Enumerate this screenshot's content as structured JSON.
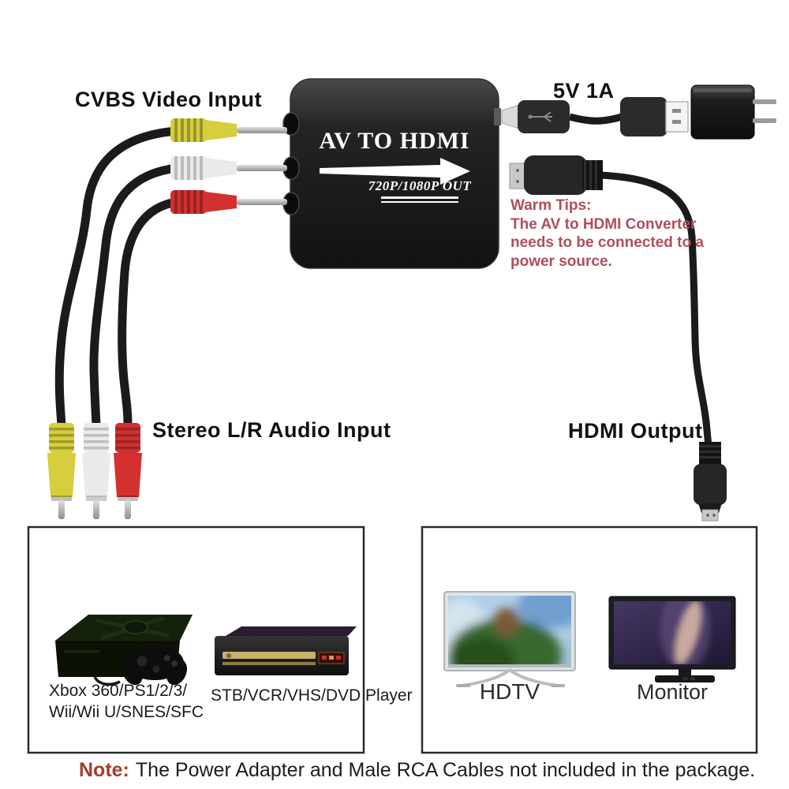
{
  "image": {
    "type": "product-connection-diagram",
    "product": "AV to HDMI mini converter"
  },
  "labels": {
    "cvbs_input": "CVBS Video Input",
    "power_rating": "5V 1A",
    "stereo_input": "Stereo L/R Audio Input",
    "hdmi_output": "HDMI Output"
  },
  "converter": {
    "title": "AV TO HDMI",
    "subtitle": "720P/1080P OUT"
  },
  "warm_tips": {
    "heading": "Warm Tips:",
    "lines": [
      "The AV to HDMI Converter",
      "needs to be connected to a",
      "power source."
    ]
  },
  "sources_box": {
    "console_label_line1": "Xbox 360/PS1/2/3/",
    "console_label_line2": "Wii/Wii U/SNES/SFC",
    "player_label": "STB/VCR/VHS/DVD Player"
  },
  "displays_box": {
    "tv_label": "HDTV",
    "monitor_label": "Monitor"
  },
  "note": {
    "prefix": "Note:",
    "text": "The Power Adapter and Male RCA Cables not included in the package."
  },
  "colors": {
    "rca_yellow": "#d6ce3c",
    "rca_white": "#eaeaea",
    "rca_red": "#d33030",
    "cable_black": "#1b1b1b",
    "converter_body": "#1e1e1e",
    "warm_tips_text": "#b24d5c",
    "note_prefix": "#a63b2b",
    "label_text": "#111111"
  }
}
